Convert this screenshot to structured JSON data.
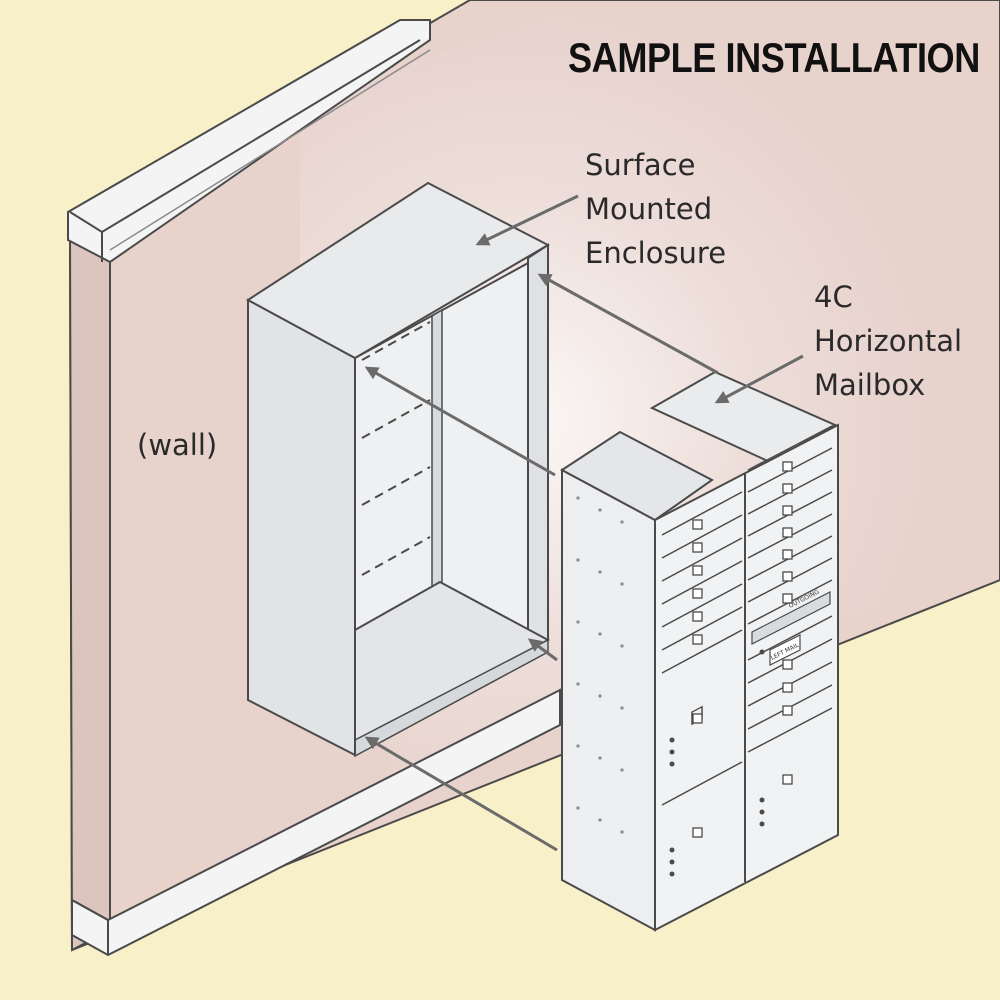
{
  "title": "SAMPLE INSTALLATION",
  "labels": {
    "enclosure": [
      "Surface",
      "Mounted",
      "Enclosure"
    ],
    "mailbox": [
      "4C",
      "Horizontal",
      "Mailbox"
    ],
    "wall": "(wall)"
  },
  "door_plate_texts": [
    "OUTGOING",
    "LEFT MAIL"
  ],
  "colors": {
    "background": "#f8f0c9",
    "wall": "#e7d2cc",
    "metal": "#e6e8ea",
    "outline": "#4a4a4a",
    "arrow": "#6b6b6b"
  }
}
